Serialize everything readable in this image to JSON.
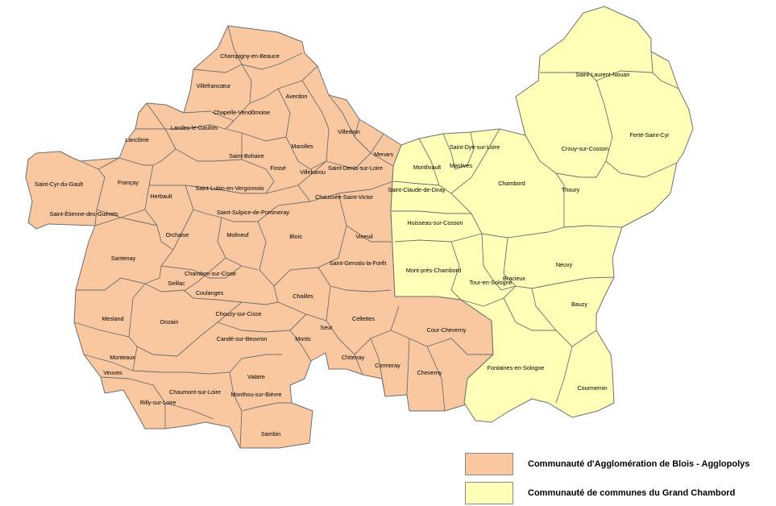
{
  "colors": {
    "agglopolys": "#f9c8a1",
    "grand_chambord": "#ffffb8",
    "border": "#6e6e6e"
  },
  "legend": [
    {
      "label": "Communauté d'Agglomération de Blois - Agglopolys",
      "group": "agglopolys"
    },
    {
      "label": "Communauté de communes du Grand Chambord",
      "group": "grand_chambord"
    }
  ],
  "communes": [
    {
      "name": "Champigny-en-Beauce",
      "group": "agglopolys"
    },
    {
      "name": "Villefrancœur",
      "group": "agglopolys"
    },
    {
      "name": "Averdon",
      "group": "agglopolys"
    },
    {
      "name": "Chapelle-Vendômoise",
      "group": "agglopolys"
    },
    {
      "name": "Landes-le-Gaulois",
      "group": "agglopolys"
    },
    {
      "name": "Villerbon",
      "group": "agglopolys"
    },
    {
      "name": "Lancôme",
      "group": "agglopolys"
    },
    {
      "name": "Marolles",
      "group": "agglopolys"
    },
    {
      "name": "Menars",
      "group": "agglopolys"
    },
    {
      "name": "Saint-Bohaire",
      "group": "agglopolys"
    },
    {
      "name": "Fossé",
      "group": "agglopolys"
    },
    {
      "name": "Villebarou",
      "group": "agglopolys"
    },
    {
      "name": "Saint-Denis-sur-Loire",
      "group": "agglopolys"
    },
    {
      "name": "Saint-Cyr-du-Gault",
      "group": "agglopolys"
    },
    {
      "name": "Françay",
      "group": "agglopolys"
    },
    {
      "name": "Herbault",
      "group": "agglopolys"
    },
    {
      "name": "Saint-Lubin-en-Vergonnois",
      "group": "agglopolys"
    },
    {
      "name": "Chaussée-Saint-Victor",
      "group": "agglopolys"
    },
    {
      "name": "Saint-Étienne-des-Guérets",
      "group": "agglopolys"
    },
    {
      "name": "Saint-Sulpice-de-Pommeray",
      "group": "agglopolys"
    },
    {
      "name": "Orchaise",
      "group": "agglopolys"
    },
    {
      "name": "Molineuf",
      "group": "agglopolys"
    },
    {
      "name": "Blois",
      "group": "agglopolys"
    },
    {
      "name": "Vineuil",
      "group": "agglopolys"
    },
    {
      "name": "Santenay",
      "group": "agglopolys"
    },
    {
      "name": "Saint-Gervais-la-Forêt",
      "group": "agglopolys"
    },
    {
      "name": "Chambon-sur-Cisse",
      "group": "agglopolys"
    },
    {
      "name": "Seillac",
      "group": "agglopolys"
    },
    {
      "name": "Coulanges",
      "group": "agglopolys"
    },
    {
      "name": "Chailles",
      "group": "agglopolys"
    },
    {
      "name": "Mesland",
      "group": "agglopolys"
    },
    {
      "name": "Onzain",
      "group": "agglopolys"
    },
    {
      "name": "Chouzy-sur-Cisse",
      "group": "agglopolys"
    },
    {
      "name": "Cellettes",
      "group": "agglopolys"
    },
    {
      "name": "Seur",
      "group": "agglopolys"
    },
    {
      "name": "Candé-sur-Beuvron",
      "group": "agglopolys"
    },
    {
      "name": "Monts",
      "group": "agglopolys"
    },
    {
      "name": "Monteaux",
      "group": "agglopolys"
    },
    {
      "name": "Cour-Cheverny",
      "group": "agglopolys"
    },
    {
      "name": "Chitenay",
      "group": "agglopolys"
    },
    {
      "name": "Veuves",
      "group": "agglopolys"
    },
    {
      "name": "Cormeray",
      "group": "agglopolys"
    },
    {
      "name": "Cheverny",
      "group": "agglopolys"
    },
    {
      "name": "Valaire",
      "group": "agglopolys"
    },
    {
      "name": "Chaumont-sur-Loire",
      "group": "agglopolys"
    },
    {
      "name": "Monthou-sur-Bièvre",
      "group": "agglopolys"
    },
    {
      "name": "Rilly-sur-Loire",
      "group": "agglopolys"
    },
    {
      "name": "Sambin",
      "group": "agglopolys"
    },
    {
      "name": "Saint-Laurent-Nouan",
      "group": "grand_chambord"
    },
    {
      "name": "Saint-Dyé-sur-Loire",
      "group": "grand_chambord"
    },
    {
      "name": "Crouy-sur-Cosson",
      "group": "grand_chambord"
    },
    {
      "name": "Ferté-Saint-Cyr",
      "group": "grand_chambord"
    },
    {
      "name": "Montlivault",
      "group": "grand_chambord"
    },
    {
      "name": "Maslives",
      "group": "grand_chambord"
    },
    {
      "name": "Chambord",
      "group": "grand_chambord"
    },
    {
      "name": "Saint-Claude-de-Diray",
      "group": "grand_chambord"
    },
    {
      "name": "Thoury",
      "group": "grand_chambord"
    },
    {
      "name": "Huisseau-sur-Cosson",
      "group": "grand_chambord"
    },
    {
      "name": "Neuvy",
      "group": "grand_chambord"
    },
    {
      "name": "Mont-près-Chambord",
      "group": "grand_chambord"
    },
    {
      "name": "Bracieux",
      "group": "grand_chambord"
    },
    {
      "name": "Tour-en-Sologne",
      "group": "grand_chambord"
    },
    {
      "name": "Bauzy",
      "group": "grand_chambord"
    },
    {
      "name": "Fontaines-en-Sologne",
      "group": "grand_chambord"
    },
    {
      "name": "Courmemin",
      "group": "grand_chambord"
    }
  ]
}
